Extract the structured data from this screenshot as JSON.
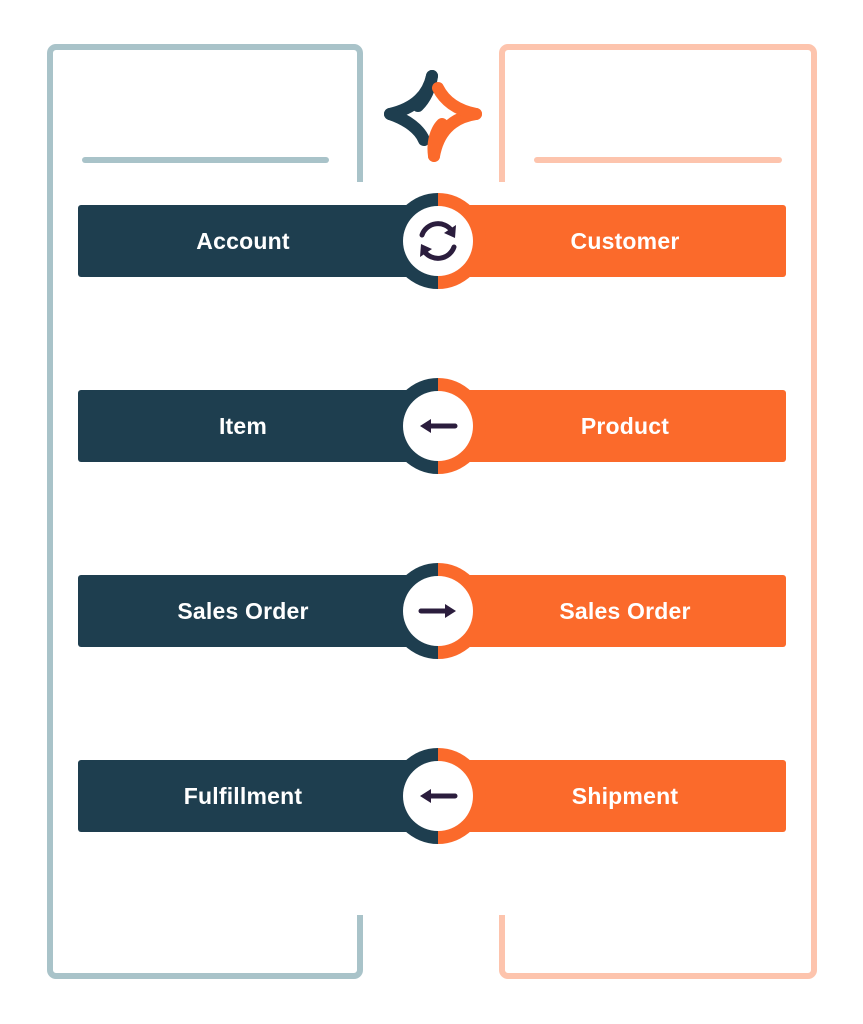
{
  "colors": {
    "dark": "#1e3e4f",
    "orange": "#fb6a2b",
    "frame_left": "#a9c3c9",
    "frame_right": "#fdc4ad",
    "icon": "#2b1d3d"
  },
  "logo": {
    "icon": "four-point-star-logo"
  },
  "rows": [
    {
      "left": "Account",
      "right": "Customer",
      "direction": "bidirectional",
      "icon": "sync-arrows-icon"
    },
    {
      "left": "Item",
      "right": "Product",
      "direction": "right-to-left",
      "icon": "arrow-left-icon"
    },
    {
      "left": "Sales Order",
      "right": "Sales Order",
      "direction": "left-to-right",
      "icon": "arrow-right-icon"
    },
    {
      "left": "Fulfillment",
      "right": "Shipment",
      "direction": "right-to-left",
      "icon": "arrow-left-icon"
    }
  ]
}
